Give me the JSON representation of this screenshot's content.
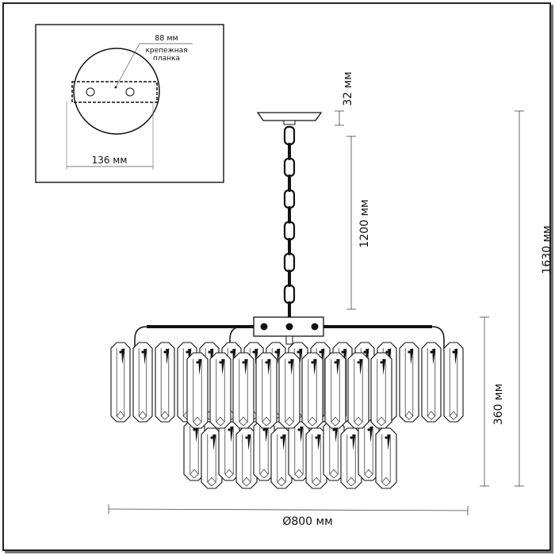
{
  "inset": {
    "plate_width": "88 мм",
    "plate_label_line1": "крепежная",
    "plate_label_line2": "планка",
    "canopy_diameter": "136 мм"
  },
  "dimensions": {
    "canopy_height": "32 мм",
    "chain_length": "1200 мм",
    "total_height": "1630 мм",
    "body_height": "360 мм",
    "diameter": "Ø800 мм"
  }
}
